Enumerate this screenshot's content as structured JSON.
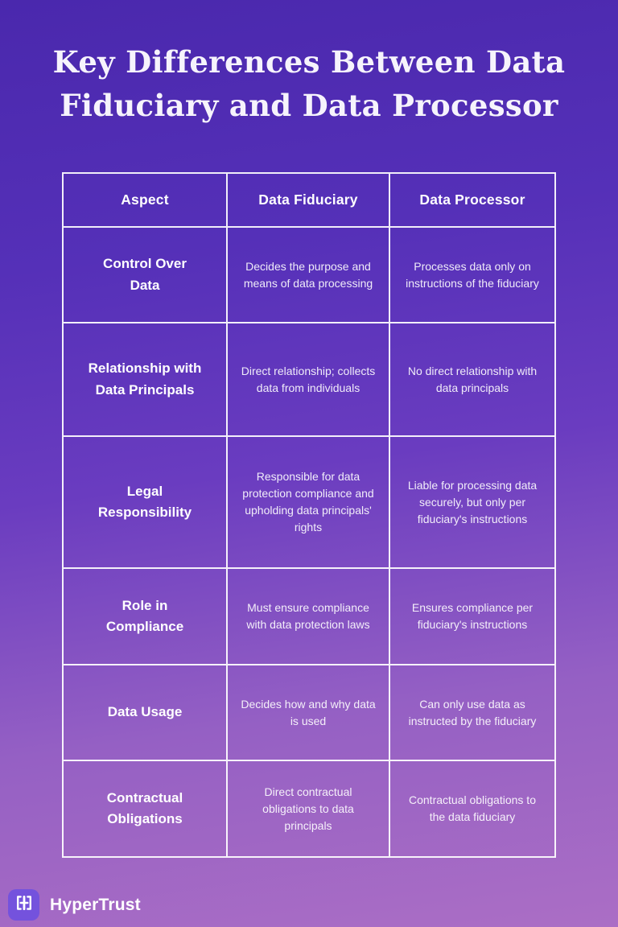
{
  "title": {
    "line1": "Key Differences Between Data",
    "line2": "Fiduciary and Data Processor"
  },
  "table": {
    "headers": [
      "Aspect",
      "Data Fiduciary",
      "Data Processor"
    ],
    "rows": [
      {
        "aspect": "Control Over Data",
        "fiduciary": "Decides the purpose and means of data processing",
        "processor": "Processes data only on instructions of the fiduciary"
      },
      {
        "aspect": "Relationship with Data Principals",
        "fiduciary": "Direct relationship; collects data from individuals",
        "processor": "No direct relationship with data principals"
      },
      {
        "aspect": "Legal Responsibility",
        "fiduciary": "Responsible for data protection compliance and upholding data principals' rights",
        "processor": "Liable for processing data securely, but only per fiduciary's instructions"
      },
      {
        "aspect": "Role in Compliance",
        "fiduciary": "Must ensure compliance with data protection laws",
        "processor": "Ensures compliance per fiduciary's instructions"
      },
      {
        "aspect": "Data Usage",
        "fiduciary": "Decides how and why data is used",
        "processor": "Can only use data as instructed by the fiduciary"
      },
      {
        "aspect": "Contractual Obligations",
        "fiduciary": "Direct contractual obligations to data principals",
        "processor": "Contractual obligations to the data fiduciary"
      }
    ]
  },
  "footer": {
    "brand": "HyperTrust",
    "logo_icon": "hypertrust-h-monogram"
  },
  "colors": {
    "background_top": "#4a28ad",
    "background_bottom": "#ab6ec5",
    "table_border": "#ffffff",
    "logo_badge": "#7452dd",
    "title_text": "#f6f3fc"
  }
}
